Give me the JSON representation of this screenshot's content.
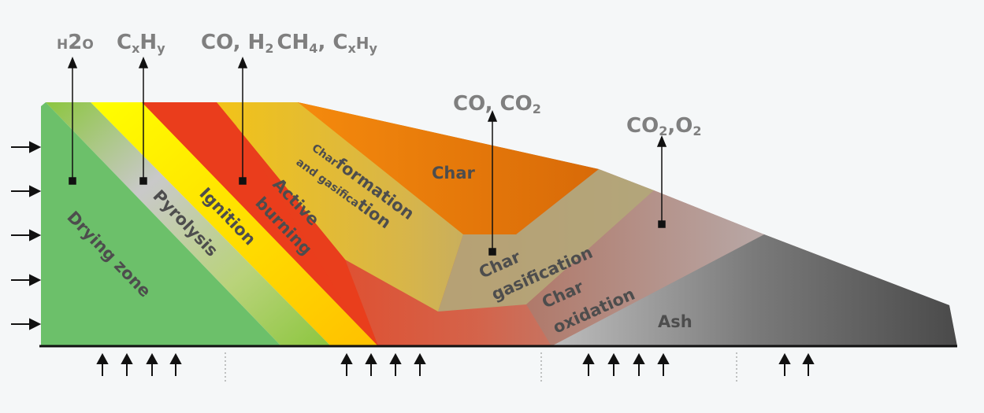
{
  "zones": {
    "drying": "Drying zone",
    "pyrolysis": "Pyrolysis",
    "ignition": "Ignition",
    "active_burning_line1": "Active",
    "active_burning_line2": "burning",
    "char_formation_small1": "Char",
    "char_formation_big1": "formation",
    "char_formation_small2": "and gasifica",
    "char_formation_big2": "tion",
    "char": "Char",
    "char_gasification_line1": "Char",
    "char_gasification_line2": "gasification",
    "char_oxidation_line1": "Char",
    "char_oxidation_line2": "oxidation",
    "ash": "Ash"
  },
  "gases": {
    "water": {
      "h": "H",
      "two": "2",
      "o": "O"
    },
    "cxhy": {
      "c": "C",
      "x": "x",
      "h": "H",
      "y": "y"
    },
    "volatiles": {
      "co": "CO, H",
      "h2_sub": "2",
      "ch": "CH",
      "ch4_sub": "4",
      "comma": ", C",
      "x": "x",
      "h": "H",
      "y": "y"
    },
    "co_co2": {
      "text": "CO, CO",
      "sub": "2"
    },
    "co2_o2": {
      "co": "CO",
      "co_sub": "2",
      "o": ",O",
      "o_sub": "2"
    }
  },
  "colors": {
    "drying": "#6cc06a",
    "pyrolysis_start": "#8cc63f",
    "ignition": "#ffd000",
    "active_burning": "#e8401c",
    "char": "#e47c0b",
    "char_gasification": "#b8aa6e",
    "char_oxidation": "#a68c86",
    "ash_dark": "#4a4a4a"
  }
}
